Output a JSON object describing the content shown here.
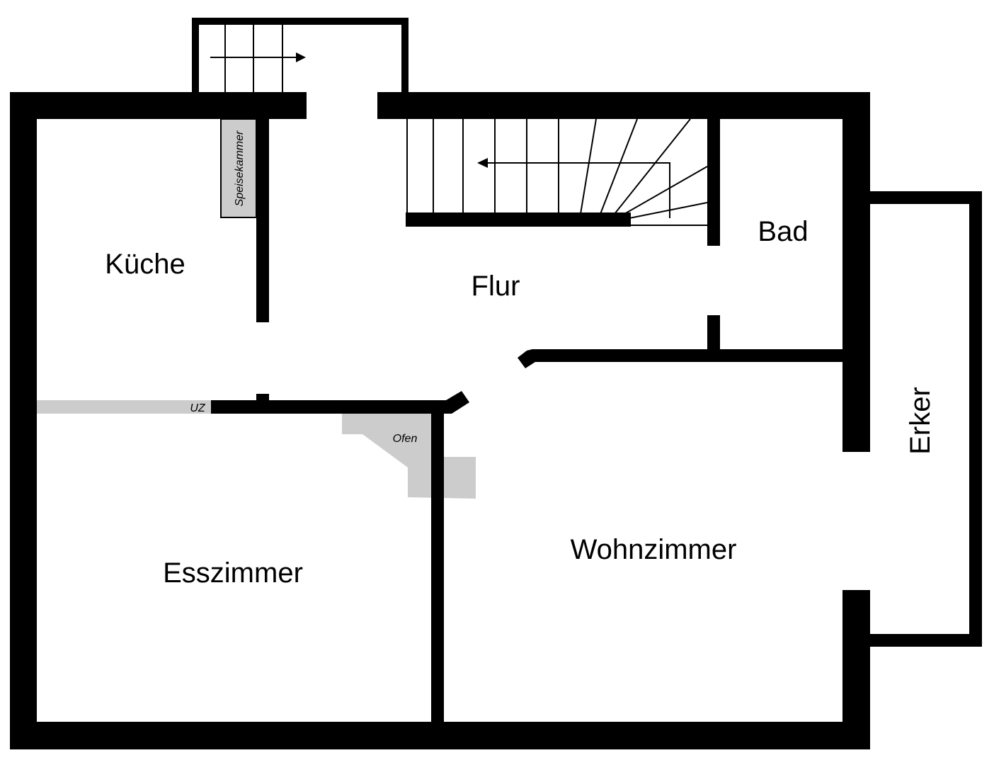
{
  "rooms": {
    "kueche": "Küche",
    "flur": "Flur",
    "bad": "Bad",
    "erker": "Erker",
    "esszimmer": "Esszimmer",
    "wohnzimmer": "Wohnzimmer"
  },
  "fixtures": {
    "speisekammer": "Speisekammer",
    "uz": "UZ",
    "ofen": "Ofen"
  },
  "colors": {
    "wall": "#000000",
    "fixture_fill": "#cccccc",
    "background": "#ffffff"
  }
}
